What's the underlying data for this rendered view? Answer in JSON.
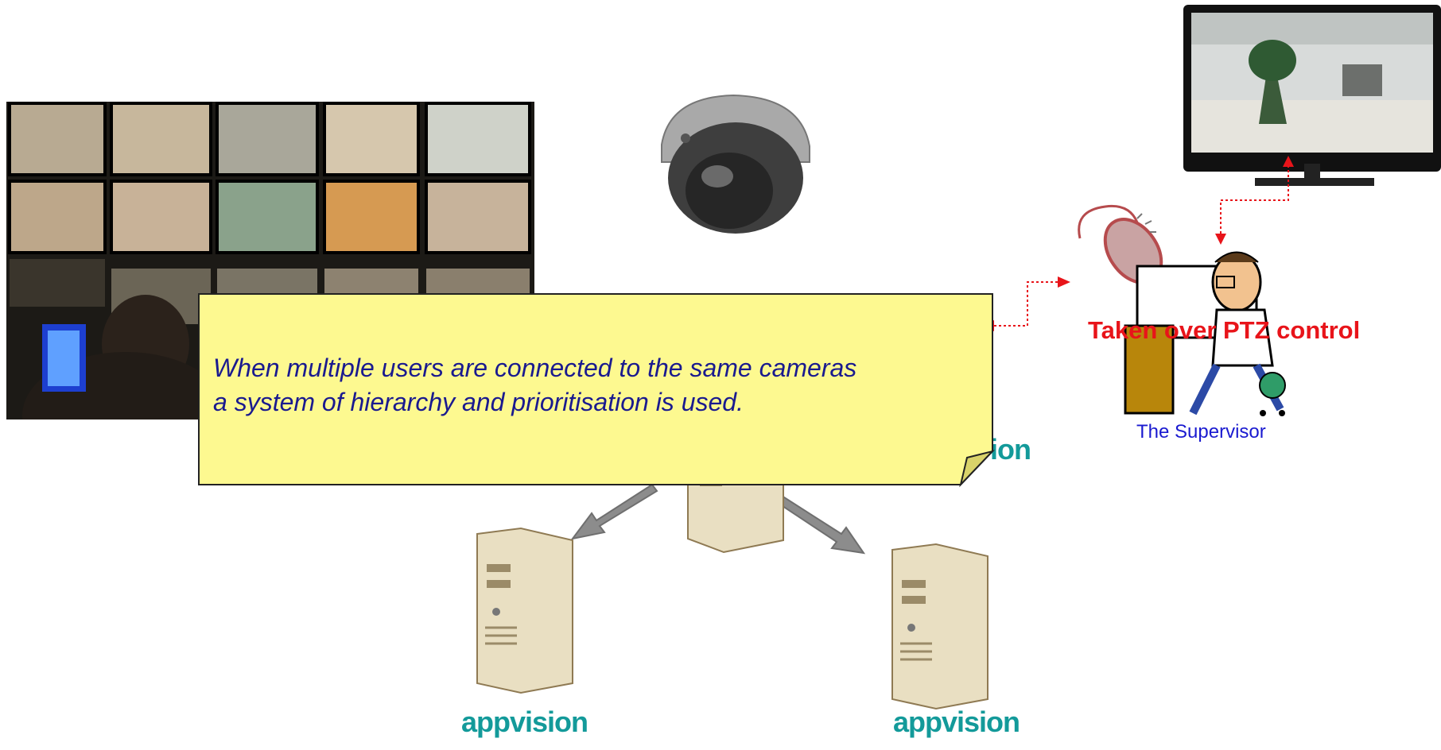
{
  "callout": {
    "line1": "When multiple users are connected to the same cameras",
    "line2": "a system of hierarchy and prioritisation is used."
  },
  "supervisor": {
    "status": "Taken over PTZ control",
    "role": "The Supervisor"
  },
  "servers": {
    "brand_left": "appvision",
    "brand_right": "appvision",
    "brand_top_partial": "ion"
  },
  "colors": {
    "callout_fill": "#fdf990",
    "callout_text": "#1a1a8f",
    "alert_red": "#e8141a",
    "brand_teal": "#139a9a",
    "link_dotted": "#e8141a"
  },
  "icons": [
    "video-wall-photo",
    "dome-camera-icon",
    "monitor-photo",
    "supervisor-clipart-icon",
    "computer-mouse-icon",
    "server-tower-icon"
  ]
}
